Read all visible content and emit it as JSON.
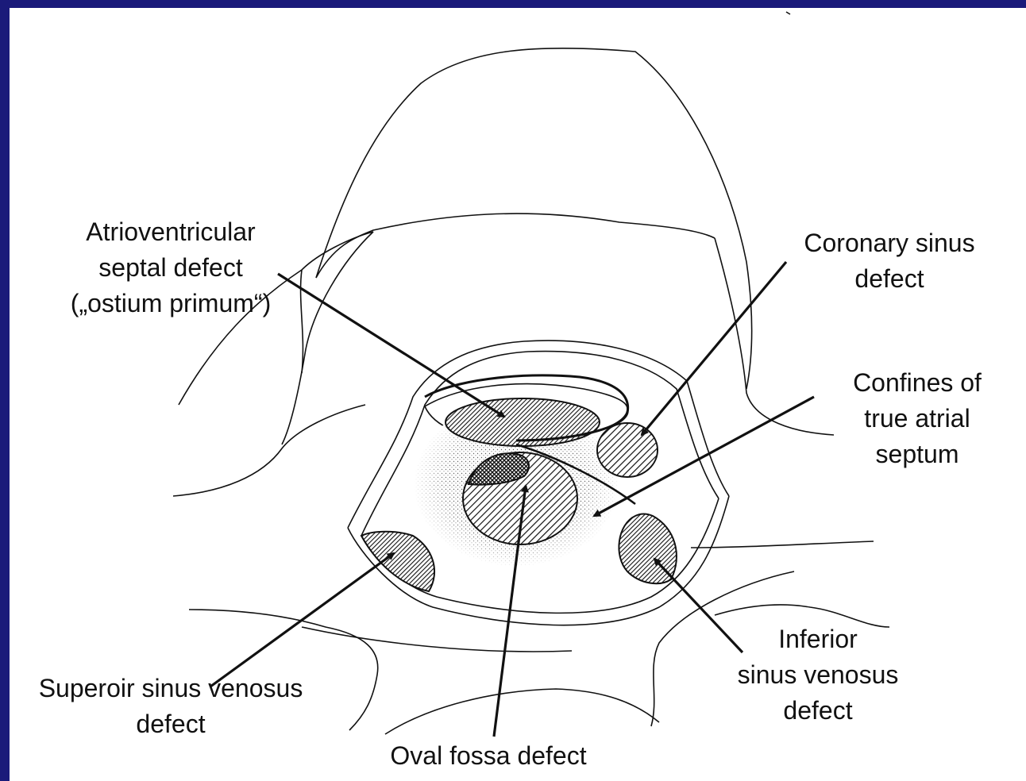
{
  "colors": {
    "border": "#1a1a7a",
    "line": "#111111",
    "background": "#ffffff"
  },
  "labels": {
    "atrioventricular": "Atrioventricular\nseptal defect\n(„ostium primum“)",
    "coronary_sinus": "Coronary sinus\ndefect",
    "confines": "Confines of\ntrue atrial\nseptum",
    "superior_sinus": "Superoir sinus venosus\ndefect",
    "oval_fossa": "Oval fossa defect",
    "inferior_sinus": "Inferior\nsinus venosus\ndefect"
  }
}
